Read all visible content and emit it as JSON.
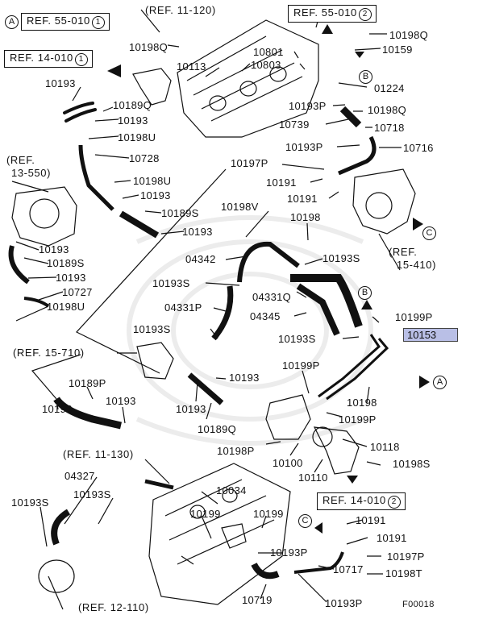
{
  "figure_code": "F00018",
  "highlighted_part": "10153",
  "refs": {
    "r55_010_1": {
      "text": "REF. 55-010",
      "num": "1"
    },
    "r11_120": {
      "text": "(REF. 11-120)"
    },
    "r55_010_2": {
      "text": "REF. 55-010",
      "num": "2"
    },
    "r14_010_1": {
      "text": "REF. 14-010",
      "num": "1"
    },
    "r13_550_a": {
      "text": "(REF."
    },
    "r13_550_b": {
      "text": "13-550)"
    },
    "r15_410_a": {
      "text": "(REF."
    },
    "r15_410_b": {
      "text": "15-410)"
    },
    "r15_710": {
      "text": "(REF. 15-710)"
    },
    "r11_130": {
      "text": "(REF. 11-130)"
    },
    "r14_010_2": {
      "text": "REF. 14-010",
      "num": "2"
    },
    "r12_110": {
      "text": "(REF. 12-110)"
    }
  },
  "circles": {
    "a_top": "A",
    "b_top": "B",
    "c_right": "C",
    "b_mid": "B",
    "a_right": "A",
    "c_bottom": "C"
  },
  "parts": {
    "p10198q_a": "10198Q",
    "p10113": "10113",
    "p10801": "10801",
    "p10803": "10803",
    "p10198q_b": "10198Q",
    "p10159": "10159",
    "p01224": "01224",
    "p10193_a": "10193",
    "p10189q": "10189Q",
    "p10193_b": "10193",
    "p10198u_a": "10198U",
    "p10728": "10728",
    "p10198u_b": "10198U",
    "p10193_c": "10193",
    "p10189s_a": "10189S",
    "p10193_d": "10193",
    "p10193p_a": "10193P",
    "p10198q_c": "10198Q",
    "p10739": "10739",
    "p10718": "10718",
    "p10193p_b": "10193P",
    "p10716": "10716",
    "p10197p_a": "10197P",
    "p10191_a": "10191",
    "p10191_b": "10191",
    "p10193_e": "10193",
    "p10189s_b": "10189S",
    "p10193_f": "10193",
    "p10727": "10727",
    "p10198u_c": "10198U",
    "p10198v": "10198V",
    "p10198": "10198",
    "p04342": "04342",
    "p10193s_a": "10193S",
    "p10193s_b": "10193S",
    "p04331q": "04331Q",
    "p04331p": "04331P",
    "p04345": "04345",
    "p10199p_a": "10199P",
    "p10193s_c": "10193S",
    "p10193s_d": "10193S",
    "p10193_g": "10193",
    "p10199p_b": "10199P",
    "p10189p": "10189P",
    "p10193_h": "10193",
    "p10193_i": "10193",
    "p10193_j": "10193",
    "p10189q_b": "10189Q",
    "p10198_b": "10198",
    "p10199p_c": "10199P",
    "p10198p": "10198P",
    "p10118": "10118",
    "p10100": "10100",
    "p10198s": "10198S",
    "p10110": "10110",
    "p04327": "04327",
    "p10193s_e": "10193S",
    "p10193s_f": "10193S",
    "p10034": "10034",
    "p10199_a": "10199",
    "p10199_b": "10199",
    "p10191_c": "10191",
    "p10191_d": "10191",
    "p10197p_b": "10197P",
    "p10193p_c": "10193P",
    "p10198t": "10198T",
    "p10717": "10717",
    "p10719": "10719",
    "p10193p_d": "10193P"
  }
}
